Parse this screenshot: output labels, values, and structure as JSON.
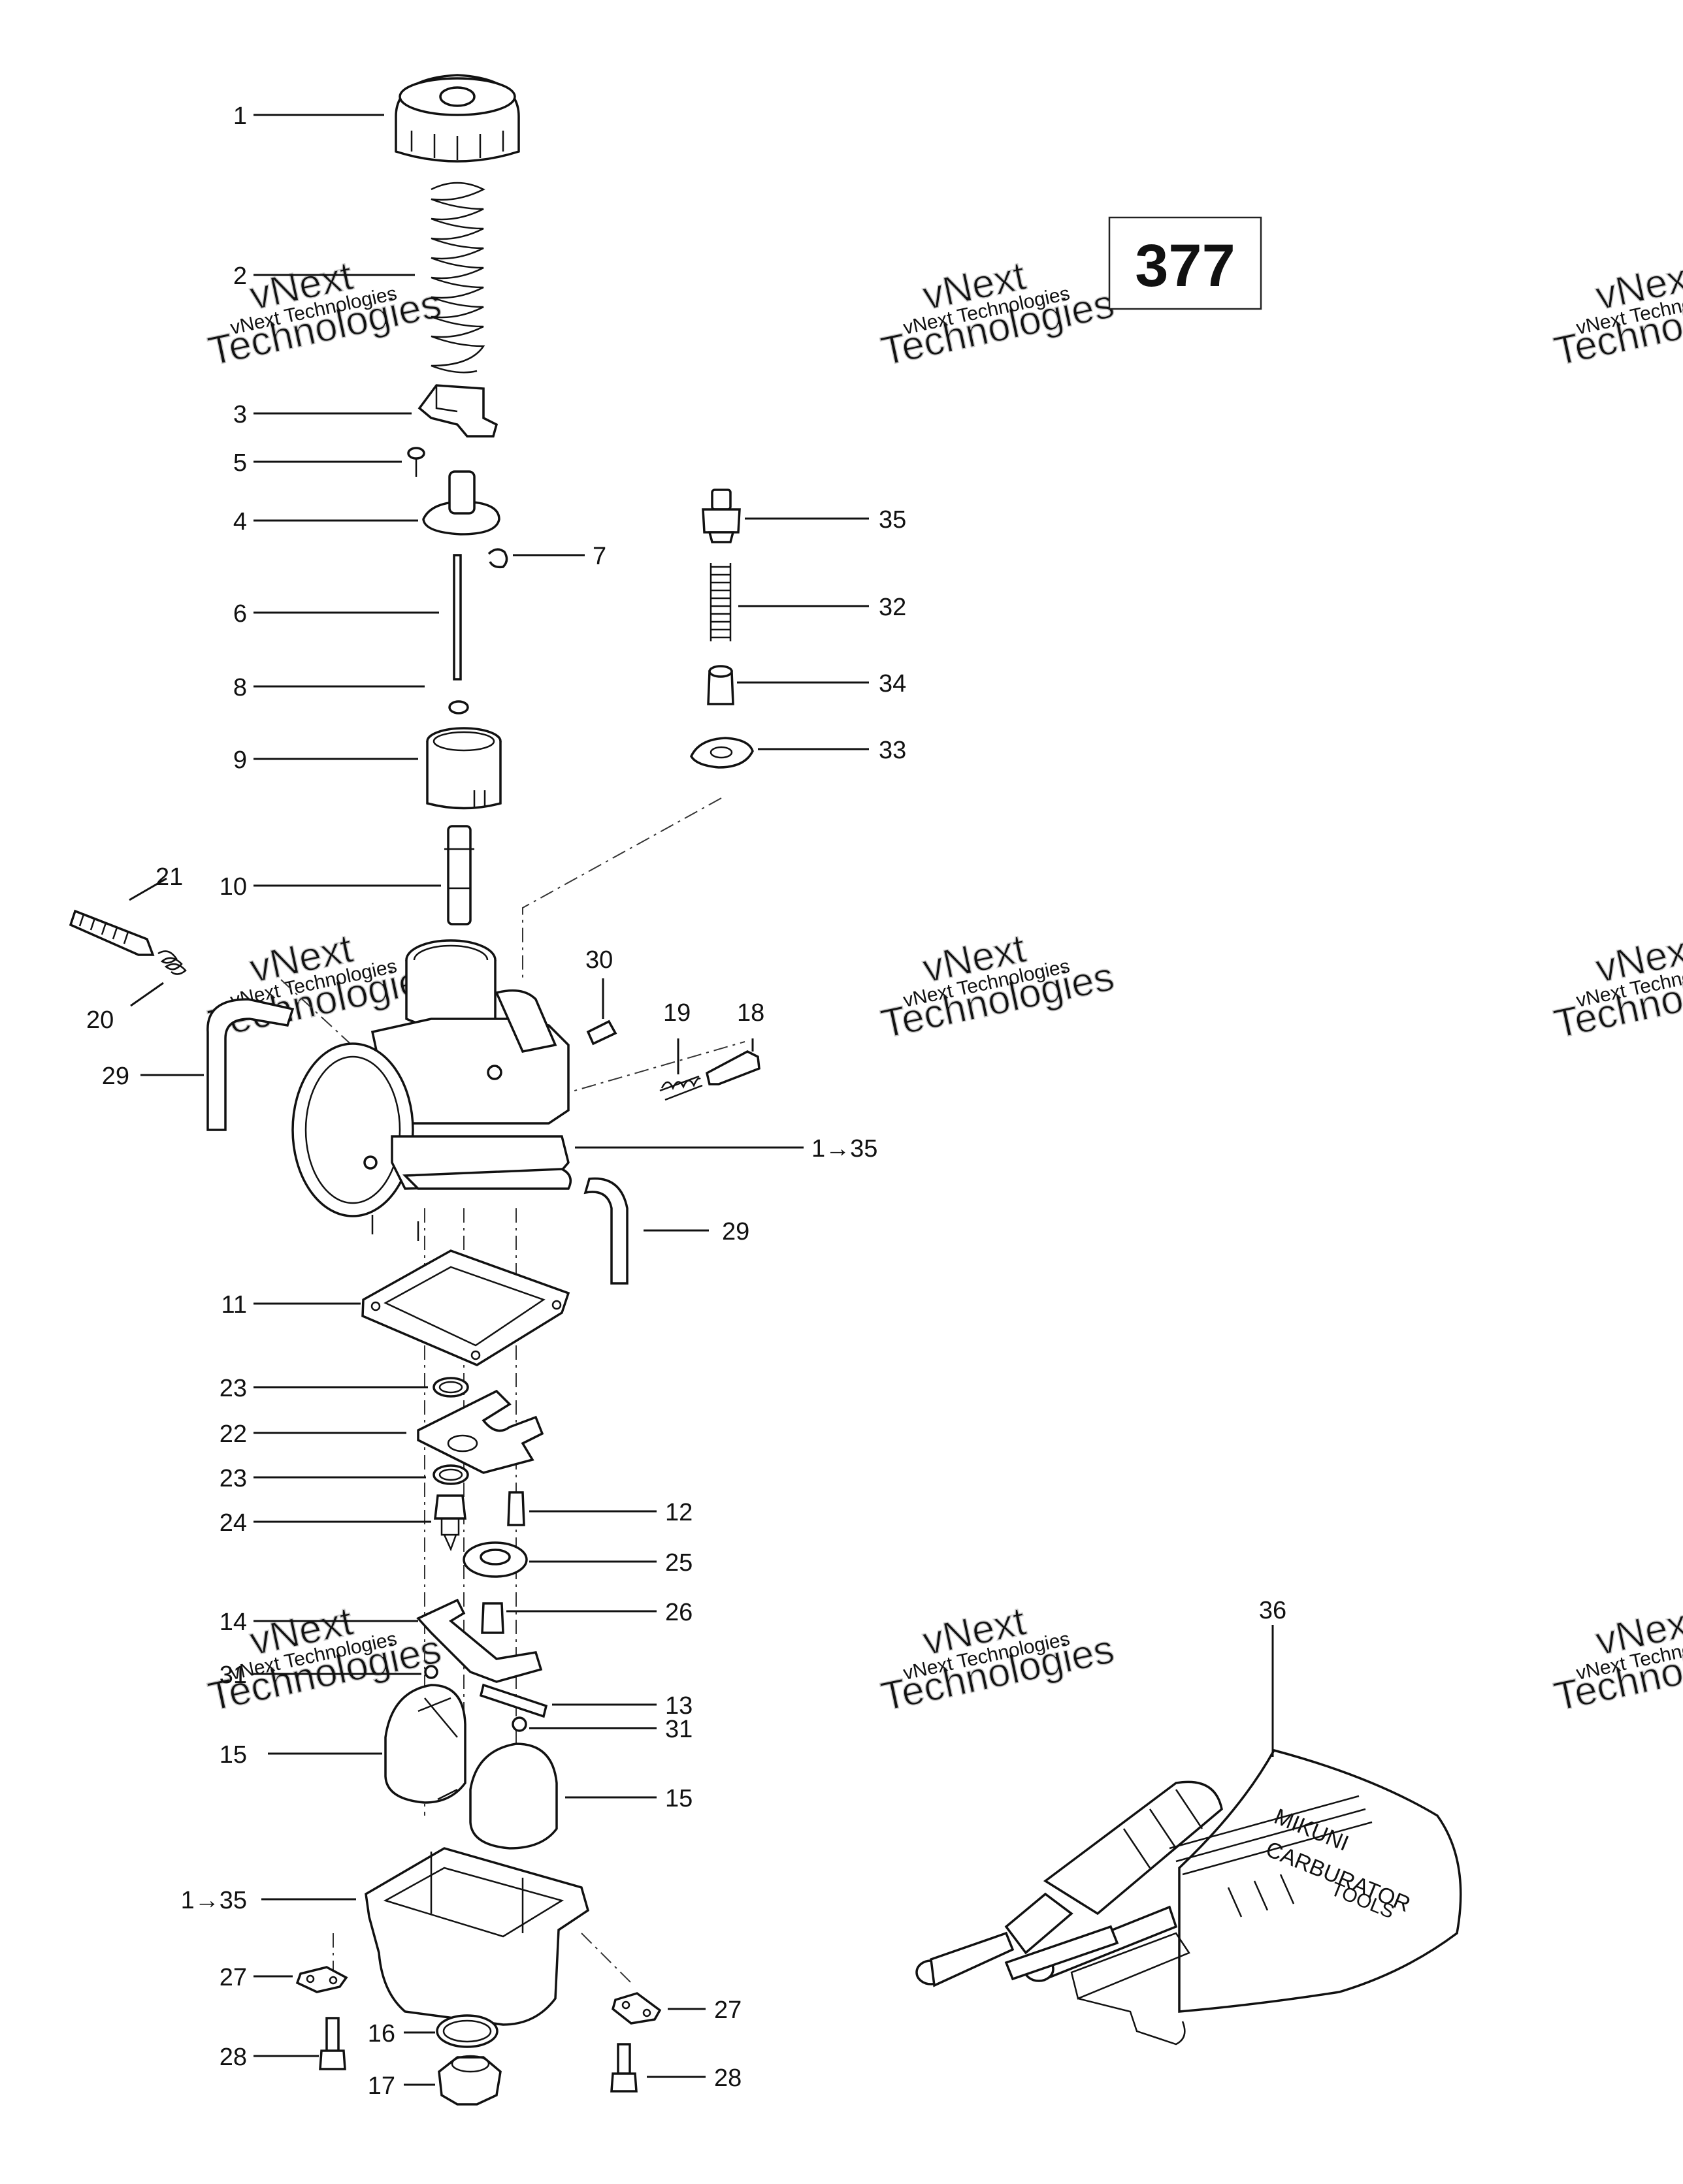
{
  "diagram_number": "377",
  "callouts": [
    {
      "id": "c1",
      "label": "1"
    },
    {
      "id": "c2",
      "label": "2"
    },
    {
      "id": "c3",
      "label": "3"
    },
    {
      "id": "c5",
      "label": "5"
    },
    {
      "id": "c4",
      "label": "4"
    },
    {
      "id": "c7",
      "label": "7"
    },
    {
      "id": "c6",
      "label": "6"
    },
    {
      "id": "c8",
      "label": "8"
    },
    {
      "id": "c9",
      "label": "9"
    },
    {
      "id": "c10",
      "label": "10"
    },
    {
      "id": "c21",
      "label": "21"
    },
    {
      "id": "c20",
      "label": "20"
    },
    {
      "id": "c29a",
      "label": "29"
    },
    {
      "id": "c35a",
      "label": "35"
    },
    {
      "id": "c32",
      "label": "32"
    },
    {
      "id": "c34",
      "label": "34"
    },
    {
      "id": "c33",
      "label": "33"
    },
    {
      "id": "c30",
      "label": "30"
    },
    {
      "id": "c19",
      "label": "19"
    },
    {
      "id": "c18",
      "label": "18"
    },
    {
      "id": "c1to35a",
      "label": "1→35"
    },
    {
      "id": "c29b",
      "label": "29"
    },
    {
      "id": "c11",
      "label": "11"
    },
    {
      "id": "c23a",
      "label": "23"
    },
    {
      "id": "c22",
      "label": "22"
    },
    {
      "id": "c23b",
      "label": "23"
    },
    {
      "id": "c24",
      "label": "24"
    },
    {
      "id": "c12",
      "label": "12"
    },
    {
      "id": "c25",
      "label": "25"
    },
    {
      "id": "c14",
      "label": "14"
    },
    {
      "id": "c26",
      "label": "26"
    },
    {
      "id": "c31a",
      "label": "31"
    },
    {
      "id": "c13",
      "label": "13"
    },
    {
      "id": "c31b",
      "label": "31"
    },
    {
      "id": "c15a",
      "label": "15"
    },
    {
      "id": "c15b",
      "label": "15"
    },
    {
      "id": "c1to35b",
      "label": "1→35"
    },
    {
      "id": "c27a",
      "label": "27"
    },
    {
      "id": "c27b",
      "label": "27"
    },
    {
      "id": "c16",
      "label": "16"
    },
    {
      "id": "c28a",
      "label": "28"
    },
    {
      "id": "c28b",
      "label": "28"
    },
    {
      "id": "c17",
      "label": "17"
    },
    {
      "id": "c36",
      "label": "36"
    }
  ],
  "watermark": {
    "line1": "vNext",
    "line2": "Technologies",
    "small": "vNext Technologies"
  },
  "kit_label": {
    "line1": "MIKUNI",
    "line2": "CARBURATOR",
    "line3": "TOOLS"
  }
}
